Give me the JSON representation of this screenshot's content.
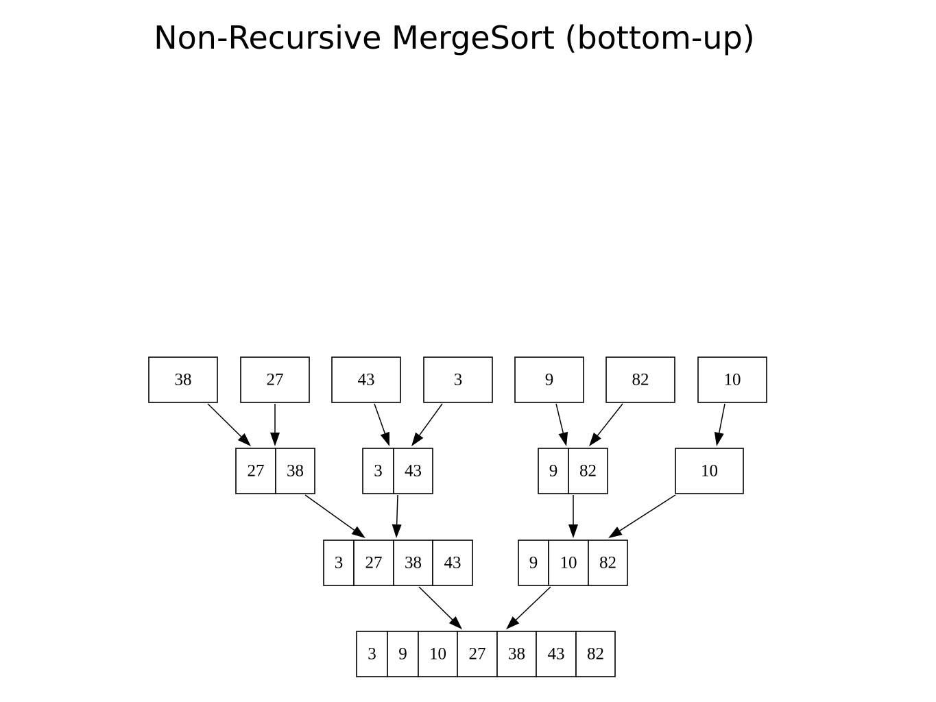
{
  "title": "Non-Recursive MergeSort (bottom-up)",
  "diagram": {
    "levels": [
      [
        [
          "38"
        ],
        [
          "27"
        ],
        [
          "43"
        ],
        [
          "3"
        ],
        [
          "9"
        ],
        [
          "82"
        ],
        [
          "10"
        ]
      ],
      [
        [
          "27",
          "38"
        ],
        [
          "3",
          "43"
        ],
        [
          "9",
          "82"
        ],
        [
          "10"
        ]
      ],
      [
        [
          "3",
          "27",
          "38",
          "43"
        ],
        [
          "9",
          "10",
          "82"
        ]
      ],
      [
        [
          "3",
          "9",
          "10",
          "27",
          "38",
          "43",
          "82"
        ]
      ]
    ],
    "edges": [
      {
        "from": [
          0,
          0
        ],
        "to": [
          1,
          0
        ]
      },
      {
        "from": [
          0,
          1
        ],
        "to": [
          1,
          0
        ]
      },
      {
        "from": [
          0,
          2
        ],
        "to": [
          1,
          1
        ]
      },
      {
        "from": [
          0,
          3
        ],
        "to": [
          1,
          1
        ]
      },
      {
        "from": [
          0,
          4
        ],
        "to": [
          1,
          2
        ]
      },
      {
        "from": [
          0,
          5
        ],
        "to": [
          1,
          2
        ]
      },
      {
        "from": [
          0,
          6
        ],
        "to": [
          1,
          3
        ]
      },
      {
        "from": [
          1,
          0
        ],
        "to": [
          2,
          0
        ]
      },
      {
        "from": [
          1,
          1
        ],
        "to": [
          2,
          0
        ]
      },
      {
        "from": [
          1,
          2
        ],
        "to": [
          2,
          1
        ]
      },
      {
        "from": [
          1,
          3
        ],
        "to": [
          2,
          1
        ]
      },
      {
        "from": [
          2,
          0
        ],
        "to": [
          3,
          0
        ]
      },
      {
        "from": [
          2,
          1
        ],
        "to": [
          3,
          0
        ]
      }
    ]
  }
}
